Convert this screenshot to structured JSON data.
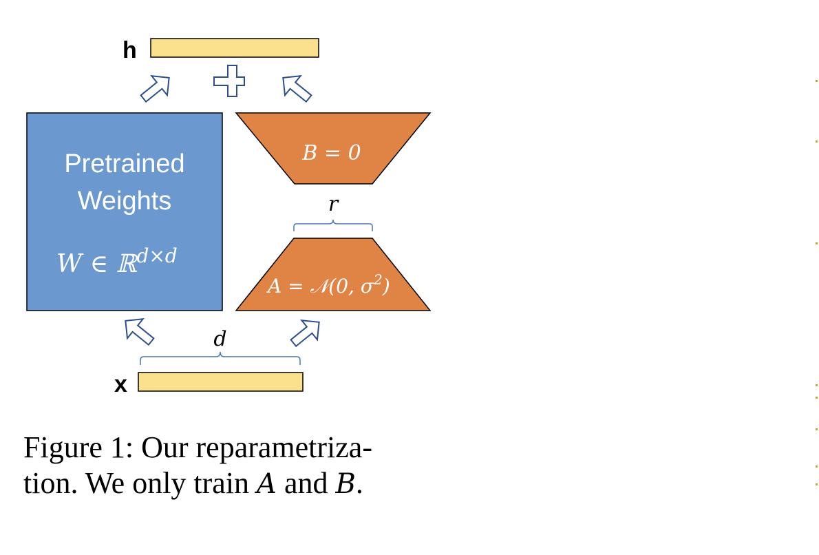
{
  "labels": {
    "h": "h",
    "x": "x",
    "plus": "+",
    "pretrained_line1": "Pretrained",
    "pretrained_line2": "Weights",
    "w_base": "W ∈ ℝ",
    "w_sup": "d×d",
    "b_text": "B = 0",
    "a_text_base": "A = 𝒩(0, σ",
    "a_sup": "2",
    "a_close": ")",
    "r": "r",
    "d": "d"
  },
  "caption": {
    "line1": "Figure 1: Our reparametriza-",
    "line2_pre": "tion. We only train ",
    "var_a": "A",
    "mid": " and ",
    "var_b": "B",
    "end": "."
  },
  "colors": {
    "vector_fill": "#fbe08e",
    "pretrained_fill": "#6b99cf",
    "lora_fill": "#df8445",
    "arrow_stroke": "#2e4d8c",
    "brace_stroke": "#4a72b8"
  }
}
